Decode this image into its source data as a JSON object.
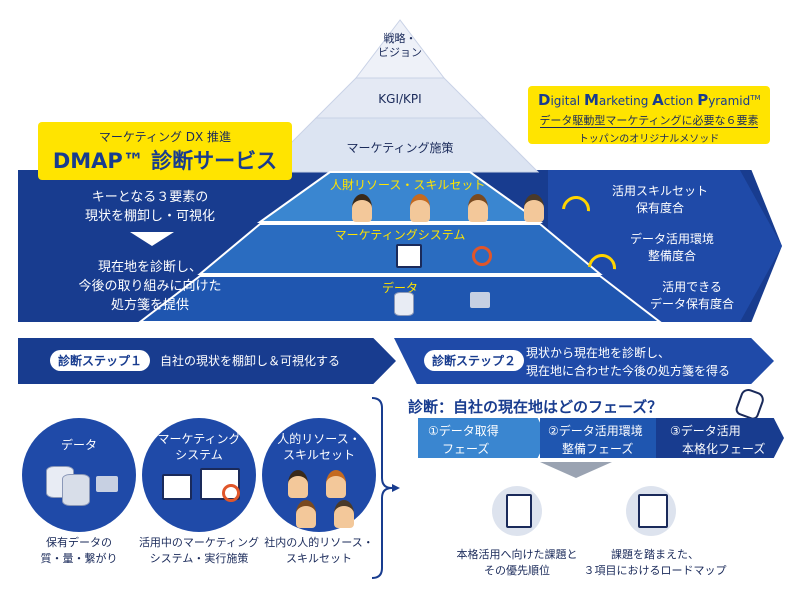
{
  "pyramid": {
    "top": "戦略・\nビジョン",
    "kgi": "KGI/KPI",
    "marketing": "マーケティング施策",
    "hr": "人財リソース・スキルセット",
    "system": "マーケティングシステム",
    "data": "データ"
  },
  "dmap": {
    "subtitle": "マーケティング DX 推進",
    "title": "DMAP™ 診断サービス"
  },
  "dma": {
    "title_prefix_d": "D",
    "title_rest_1": "igital ",
    "title_prefix_m": "M",
    "title_rest_2": "arketing ",
    "title_prefix_a": "A",
    "title_rest_3": "ction ",
    "title_prefix_p": "P",
    "title_rest_4": "yramid",
    "tm": "TM",
    "line2": "データ駆動型マーケティングに必要な６要素",
    "line3": "トッパンのオリジナルメソッド"
  },
  "left": {
    "line1": "キーとなる３要素の",
    "line2": "現状を棚卸し・可視化",
    "line3": "現在地を診断し、",
    "line4": "今後の取り組みに向けた",
    "line5": "処方箋を提供"
  },
  "right": {
    "a1": "活用スキルセット",
    "a2": "保有度合",
    "b1": "データ活用環境",
    "b2": "整備度合",
    "c1": "活用できる",
    "c2": "データ保有度合"
  },
  "step1": {
    "label": "診断ステップ１",
    "text": "自社の現状を棚卸し＆可視化する"
  },
  "step2": {
    "label": "診断ステップ２",
    "text1": "現状から現在地を診断し、",
    "text2": "現在地に合わせた今後の処方箋を得る"
  },
  "circles": [
    {
      "title": "データ",
      "caption1": "保有データの",
      "caption2": "質・量・繋がり"
    },
    {
      "title1": "マーケティング",
      "title2": "システム",
      "caption1": "活用中のマーケティング",
      "caption2": "システム・実行施策"
    },
    {
      "title1": "人的リソース・",
      "title2": "スキルセット",
      "caption1": "社内の人的リソース・",
      "caption2": "スキルセット"
    }
  ],
  "diagnosis": {
    "heading": "診断：自社の現在地はどのフェーズ？",
    "phases": [
      {
        "l1": "①データ取得",
        "l2": "フェーズ"
      },
      {
        "l1": "②データ活用環境",
        "l2": "整備フェーズ"
      },
      {
        "l1": "③データ活用",
        "l2": "本格化フェーズ"
      }
    ],
    "out1_1": "本格活用へ向けた課題と",
    "out1_2": "その優先順位",
    "out2_1": "課題を踏まえた、",
    "out2_2": "３項目におけるロードマップ"
  },
  "colors": {
    "navy": "#183c8f",
    "blue": "#1f4aa8",
    "yellow": "#ffe400",
    "pyramid_top": "#dce4f2"
  }
}
